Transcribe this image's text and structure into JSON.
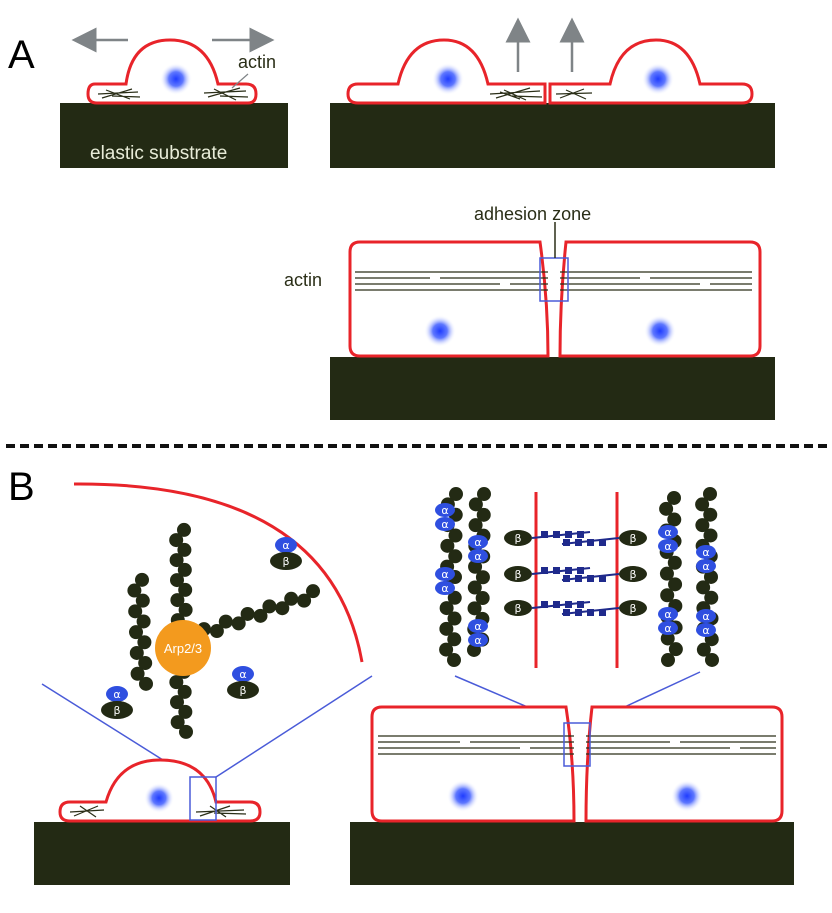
{
  "panels": {
    "a": "A",
    "b": "B"
  },
  "labels": {
    "actin_top": "actin",
    "substrate": "elastic substrate",
    "adhesion_zone": "adhesion zone",
    "actin_side": "actin",
    "arp": "Arp2/3",
    "alpha": "α",
    "beta": "β"
  },
  "colors": {
    "membrane": "#e8242a",
    "substrate": "#232a14",
    "actin_bead": "#232a14",
    "nucleus": "#3a55ff",
    "arp": "#f39a1e",
    "alpha_bubble": "#2f4fe0",
    "zoom_lines": "#4a5bd8",
    "myosin": "#1f2a8c",
    "arrow": "#7f8487"
  }
}
